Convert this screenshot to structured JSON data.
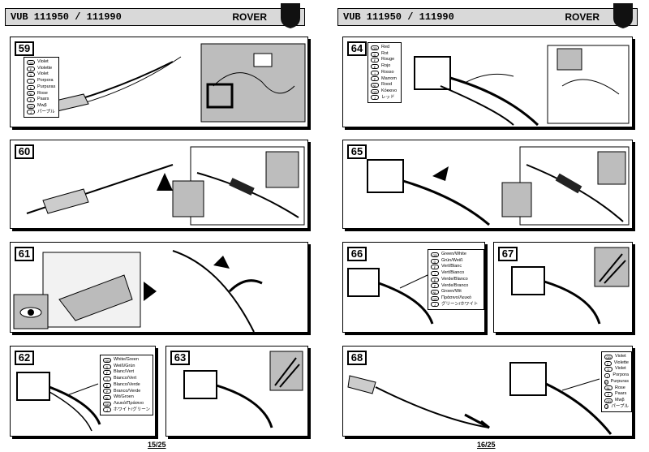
{
  "left_header": {
    "code": "VUB 111950 / 111990",
    "brand": "ROVER"
  },
  "right_header": {
    "code": "VUB 111950 / 111990",
    "brand": "ROVER"
  },
  "steps": {
    "s59": "59",
    "s60": "60",
    "s61": "61",
    "s62": "62",
    "s63": "63",
    "s64": "64",
    "s65": "65",
    "s66": "66",
    "s67": "67",
    "s68": "68"
  },
  "legend_violet": [
    {
      "code": "GB",
      "text": "Violet"
    },
    {
      "code": "F",
      "text": "Violette"
    },
    {
      "code": "D",
      "text": "Violet"
    },
    {
      "code": "I",
      "text": "Porpora"
    },
    {
      "code": "E",
      "text": "Purpuras"
    },
    {
      "code": "NL",
      "text": "Rose"
    },
    {
      "code": "P",
      "text": "Paars"
    },
    {
      "code": "GR",
      "text": "Mwβ"
    },
    {
      "code": "J",
      "text": "パープル"
    }
  ],
  "legend_red": [
    {
      "code": "GB",
      "text": "Red"
    },
    {
      "code": "D",
      "text": "Rot"
    },
    {
      "code": "F",
      "text": "Rouge"
    },
    {
      "code": "E",
      "text": "Rojo"
    },
    {
      "code": "I",
      "text": "Rosso"
    },
    {
      "code": "P",
      "text": "Marrom"
    },
    {
      "code": "NL",
      "text": "Rood"
    },
    {
      "code": "GR",
      "text": "Κόκκινο"
    },
    {
      "code": "J",
      "text": "レッド"
    }
  ],
  "legend_green_white_62": [
    {
      "code": "GB",
      "text": "White/Green"
    },
    {
      "code": "D",
      "text": "Weiß/Grün"
    },
    {
      "code": "F",
      "text": "Blanc/Vert"
    },
    {
      "code": "I",
      "text": "Bianco/Vert"
    },
    {
      "code": "E",
      "text": "Blanco/Verde"
    },
    {
      "code": "P",
      "text": "Branco/Verde"
    },
    {
      "code": "NL",
      "text": "Wit/Groen"
    },
    {
      "code": "GR",
      "text": "Λευκό/Πράσινο"
    },
    {
      "code": "J",
      "text": "ホワイト/グリーン"
    }
  ],
  "legend_green_white_66": [
    {
      "code": "GB",
      "text": "Green/White"
    },
    {
      "code": "D",
      "text": "Grün/Weiß"
    },
    {
      "code": "F",
      "text": "Vert/Blanc"
    },
    {
      "code": "I",
      "text": "Vert/Bianco"
    },
    {
      "code": "E",
      "text": "Verde/Blanco"
    },
    {
      "code": "P",
      "text": "Verde/Branco"
    },
    {
      "code": "NL",
      "text": "Groen/Wit"
    },
    {
      "code": "GR",
      "text": "Πράσινο/Λευκό"
    },
    {
      "code": "J",
      "text": "グリーン/ホワイト"
    }
  ],
  "legend_violet_68": [
    {
      "code": "GB",
      "text": "Violet"
    },
    {
      "code": "F",
      "text": "Violette"
    },
    {
      "code": "D",
      "text": "Violet"
    },
    {
      "code": "I",
      "text": "Porpora"
    },
    {
      "code": "E",
      "text": "Purpuras"
    },
    {
      "code": "NL",
      "text": "Rose"
    },
    {
      "code": "P",
      "text": "Paars"
    },
    {
      "code": "GR",
      "text": "Mwβ"
    },
    {
      "code": "J",
      "text": "パープル"
    }
  ],
  "page_left": "15/25",
  "page_right": "16/25"
}
